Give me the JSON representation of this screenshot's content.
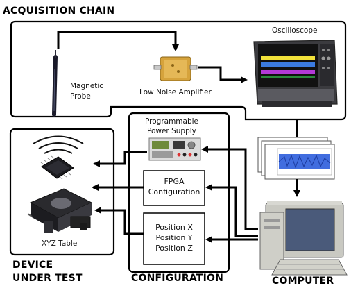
{
  "sections": {
    "acquisition_chain": "ACQUISITION CHAIN",
    "device_under_test_line1": "DEVICE",
    "device_under_test_line2": "UNDER TEST",
    "configuration": "CONFIGURATION",
    "computer": "COMPUTER"
  },
  "labels": {
    "oscilloscope": "Oscilloscope",
    "magnetic_probe_line1": "Magnetic",
    "magnetic_probe_line2": "Probe",
    "low_noise_amplifier": "Low Noise Amplifier",
    "power_supply_line1": "Programmable",
    "power_supply_line2": "Power Supply",
    "fpga_line1": "FPGA",
    "fpga_line2": "Configuration",
    "position_x": "Position X",
    "position_y": "Position Y",
    "position_z": "Position Z",
    "xyz_table": "XYZ Table"
  },
  "icons": {
    "magnetic_probe": "probe-icon",
    "amplifier": "amplifier-icon",
    "oscilloscope": "oscilloscope-icon",
    "traces": "waveform-traces-icon",
    "computer": "computer-icon",
    "chip": "chip-icon",
    "wireless": "wireless-waves-icon",
    "xyz_table": "xyz-table-icon",
    "power_supply": "power-supply-icon"
  }
}
